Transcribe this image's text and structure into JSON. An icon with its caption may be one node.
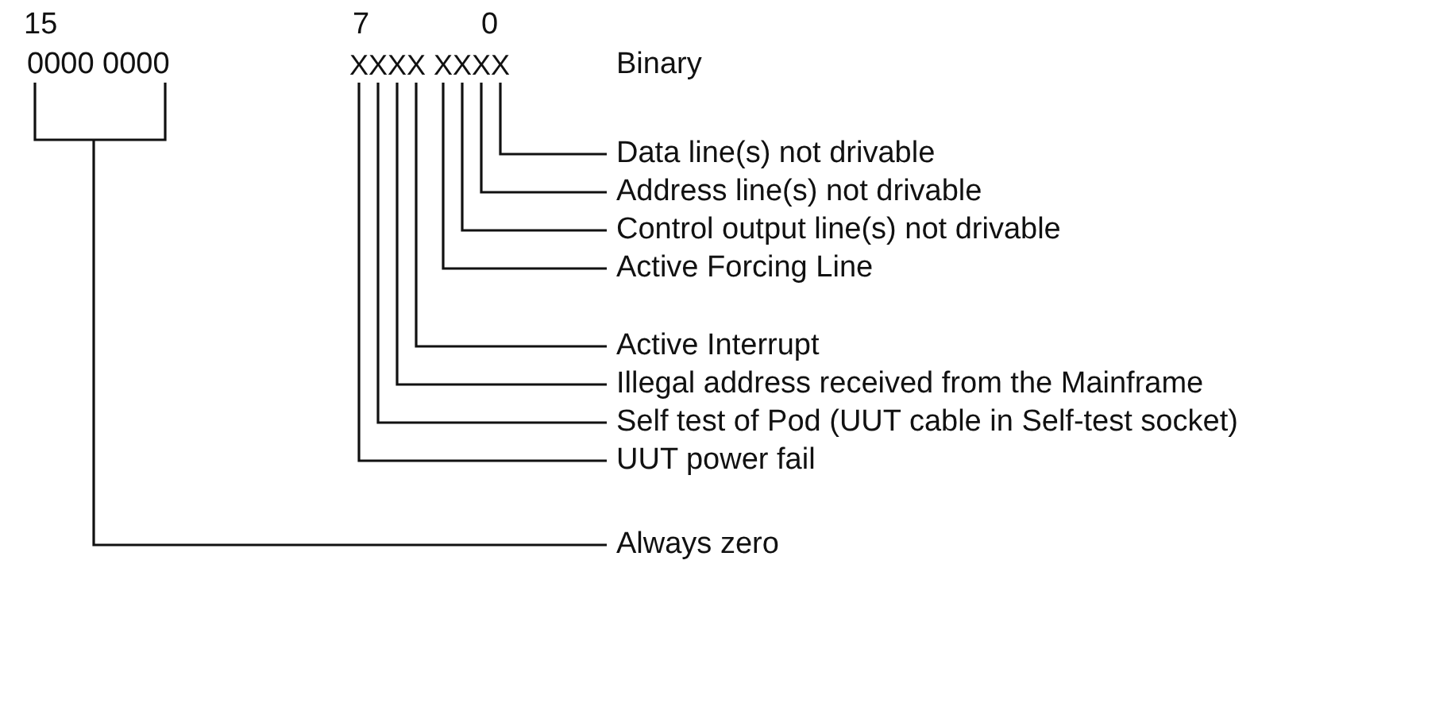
{
  "diagram": {
    "nodes": [
      {
        "text": [
          "0000 0000"
        ]
      },
      {
        "text": [
          "X"
        ]
      },
      {
        "text": [
          "X"
        ]
      },
      {
        "text": [
          "X"
        ]
      },
      {
        "text": [
          "X"
        ]
      },
      {
        "text": [
          "X"
        ]
      },
      {
        "text": [
          "X"
        ]
      },
      {
        "text": [
          "X"
        ]
      },
      {
        "text": [
          "X"
        ]
      },
      {
        "text": [
          "Data line(s) not drivable"
        ]
      },
      {
        "text": [
          "Address line(s) not drivable"
        ]
      },
      {
        "text": [
          "Control output line(s) not drivable"
        ]
      },
      {
        "text": [
          "Active Forcing Line"
        ]
      },
      {
        "text": [
          "Active Interrupt"
        ]
      },
      {
        "text": [
          "Illegal address received from the Mainframe"
        ]
      },
      {
        "text": [
          "Self test of Pod (UUT cable in Self-test socket)"
        ]
      },
      {
        "text": [
          "UUT power fail"
        ]
      },
      {
        "text": [
          "Always zero"
        ]
      }
    ],
    "edges": [
      {
        "from": 9,
        "to": 8,
        "arrow": "none"
      },
      {
        "from": 10,
        "to": 7,
        "arrow": "none"
      },
      {
        "from": 11,
        "to": 6,
        "arrow": "none"
      },
      {
        "from": 12,
        "to": 5,
        "arrow": "none"
      },
      {
        "from": 13,
        "to": 4,
        "arrow": "none"
      },
      {
        "from": 14,
        "to": 3,
        "arrow": "none"
      },
      {
        "from": 15,
        "to": 2,
        "arrow": "none"
      },
      {
        "from": 16,
        "to": 1,
        "arrow": "none"
      },
      {
        "from": 17,
        "to": 0,
        "arrow": "none"
      }
    ],
    "labels": [
      "15",
      "7",
      "0",
      "Binary"
    ]
  }
}
